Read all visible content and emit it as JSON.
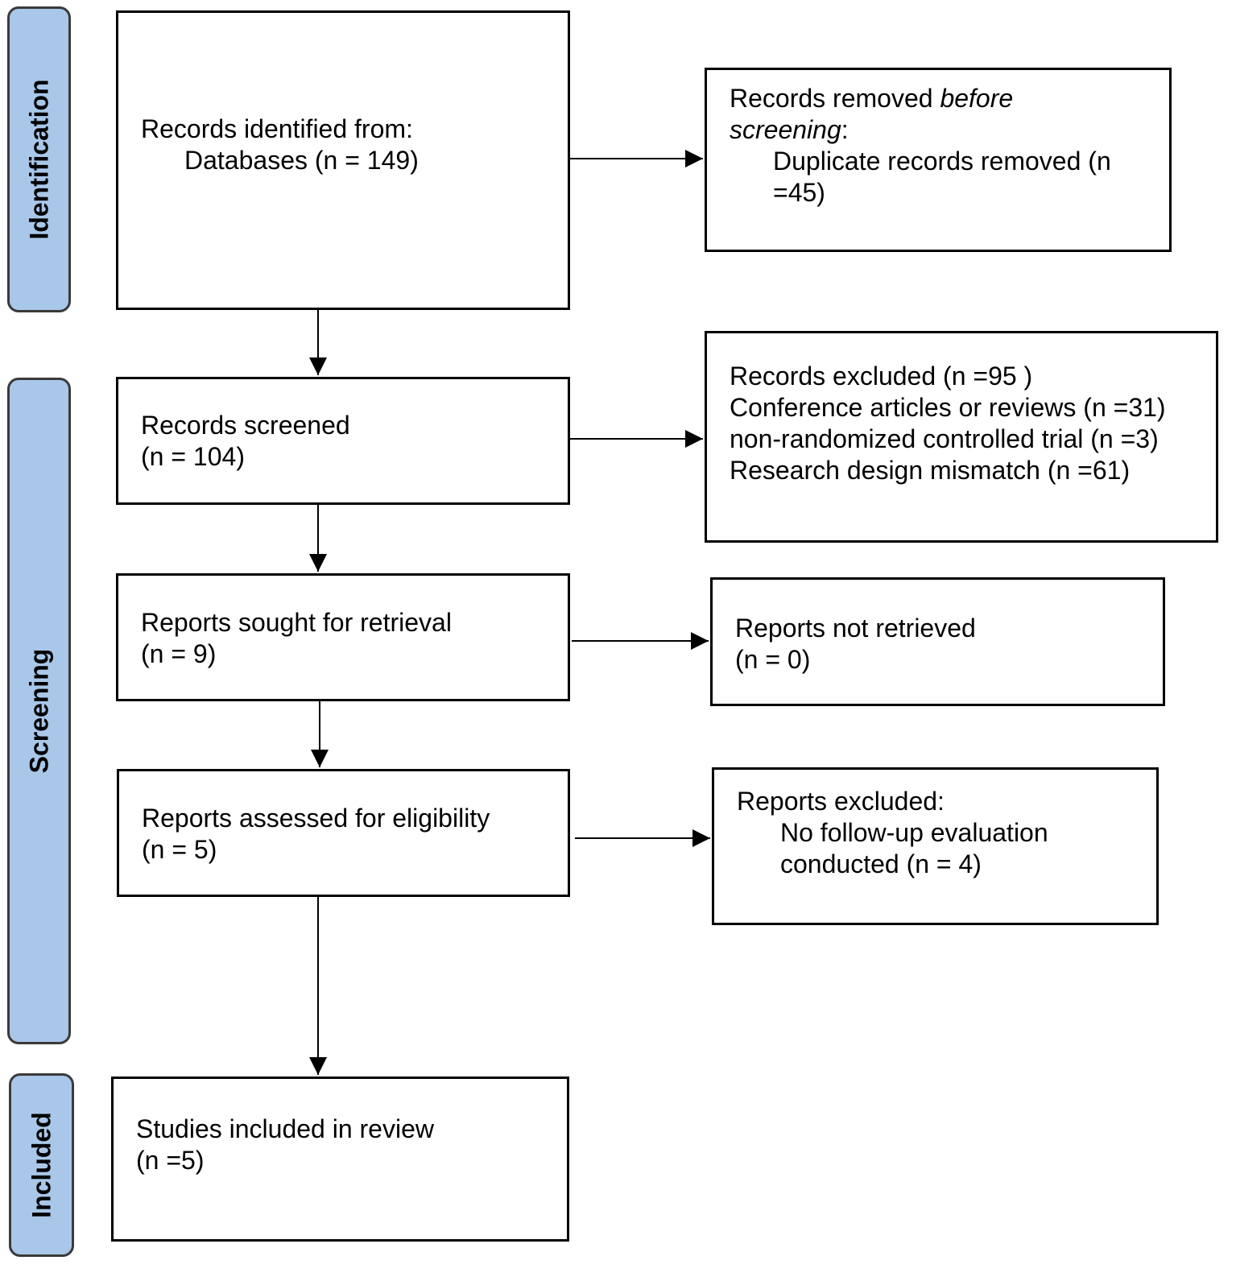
{
  "phases": {
    "identification": "Identification",
    "screening": "Screening",
    "included": "Included"
  },
  "boxes": {
    "records_identified": {
      "line1": "Records identified from:",
      "line2": "Databases (n = 149)"
    },
    "records_removed": {
      "line1_a": "Records removed ",
      "line1_b": "before",
      "line2_a": "screening",
      "line2_b": ":",
      "line3": "Duplicate records removed (n",
      "line4": "=45)"
    },
    "records_screened": {
      "line1": "Records screened",
      "line2": "(n = 104)"
    },
    "records_excluded": {
      "line1": "Records excluded (n =95 )",
      "line2": "Conference articles or reviews (n =31)",
      "line3": "non-randomized controlled trial (n =3)",
      "line4": "Research design mismatch (n =61)"
    },
    "reports_sought": {
      "line1": "Reports sought for retrieval",
      "line2": "(n = 9)"
    },
    "reports_not_retrieved": {
      "line1": "Reports not retrieved",
      "line2": "(n = 0)"
    },
    "reports_assessed": {
      "line1": "Reports assessed for eligibility",
      "line2": "(n = 5)"
    },
    "reports_excluded": {
      "line1": "Reports excluded:",
      "line2": "No follow-up evaluation",
      "line3": "conducted (n = 4)"
    },
    "studies_included": {
      "line1": "Studies included in review",
      "line2": "(n =5)"
    }
  },
  "colors": {
    "phase_fill": "#a9c7e8",
    "phase_border": "#3a3a3a",
    "box_border": "#000000"
  }
}
